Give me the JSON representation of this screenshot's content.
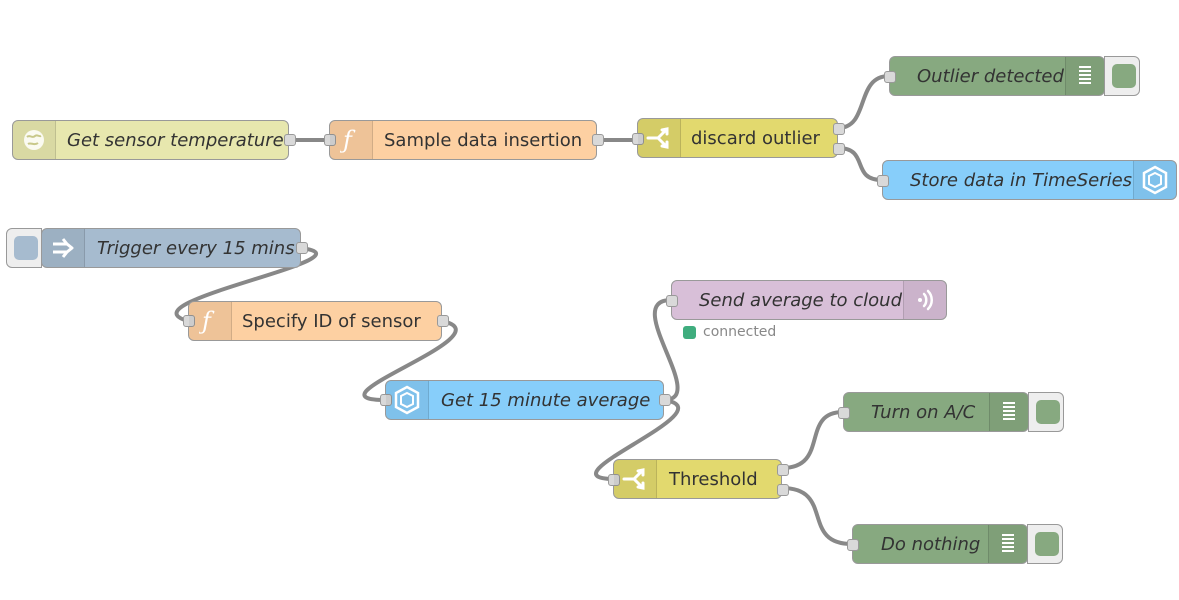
{
  "colors": {
    "wire": "#888888",
    "http": "#e7e7ae",
    "function": "#fdd0a2",
    "switch": "#e2d96e",
    "debug": "#87a980",
    "timeseries": "#87cefa",
    "inject": "#a6bbcf",
    "mqtt": "#d8bfd8",
    "status_connected": "#3fad7e"
  },
  "nodes": {
    "get_sensor_temperature": {
      "label": "Get sensor temperature",
      "icon": "globe-icon"
    },
    "sample_data_insertion": {
      "label": "Sample data insertion",
      "icon": "function-icon"
    },
    "discard_outlier": {
      "label": "discard outlier",
      "icon": "switch-icon"
    },
    "outlier_detected": {
      "label": "Outlier detected",
      "icon": "debug-list-icon"
    },
    "store_data_timeseries": {
      "label": "Store data in TimeSeries",
      "icon": "timeseries-hex-icon"
    },
    "trigger_every_15": {
      "label": "Trigger every 15 mins",
      "icon": "inject-arrow-icon"
    },
    "specify_id_sensor": {
      "label": "Specify ID of sensor",
      "icon": "function-icon"
    },
    "get_15_min_average": {
      "label": "Get 15 minute average",
      "icon": "timeseries-hex-icon"
    },
    "send_average_cloud": {
      "label": "Send average to cloud",
      "icon": "broadcast-icon",
      "status": "connected"
    },
    "threshold": {
      "label": "Threshold",
      "icon": "switch-icon"
    },
    "turn_on_ac": {
      "label": "Turn on A/C",
      "icon": "debug-list-icon"
    },
    "do_nothing": {
      "label": "Do nothing",
      "icon": "debug-list-icon"
    }
  }
}
